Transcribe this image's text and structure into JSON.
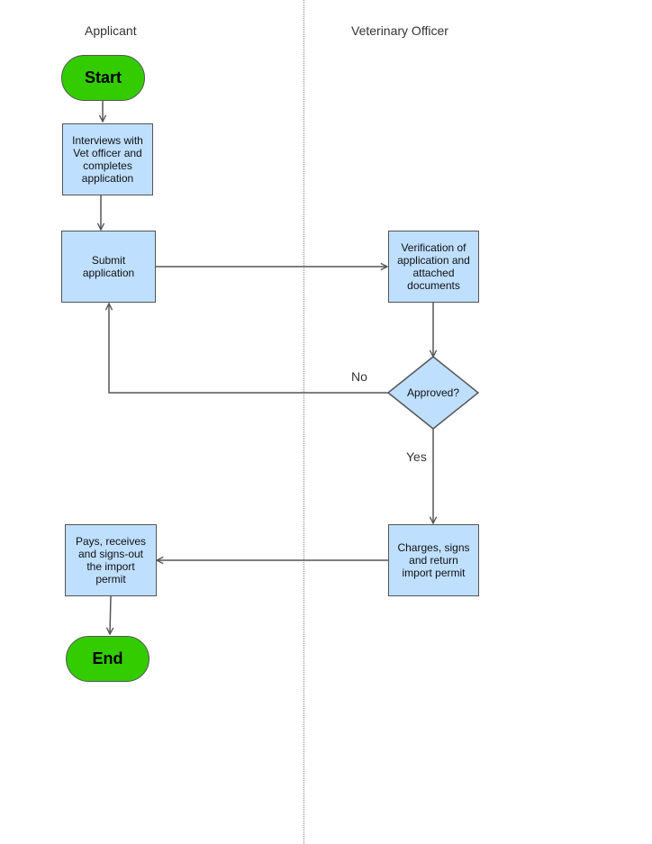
{
  "lanes": [
    "Applicant",
    "Veterinary Officer"
  ],
  "nodes": {
    "start": "Start",
    "interview": "Interviews with\nVet officer and\ncompletes\napplication",
    "submit": "Submit\napplication",
    "verify": "Verification of\napplication and\nattached\ndocuments",
    "decision": "Approved?",
    "charges": "Charges, signs\nand return\nimport permit",
    "pays": "Pays, receives\nand signs-out\nthe import\npermit",
    "end": "End"
  },
  "edge_labels": {
    "no": "No",
    "yes": "Yes"
  },
  "colors": {
    "process_fill": "#bfdfff",
    "terminal_fill": "#33cc00",
    "stroke": "#555555"
  }
}
